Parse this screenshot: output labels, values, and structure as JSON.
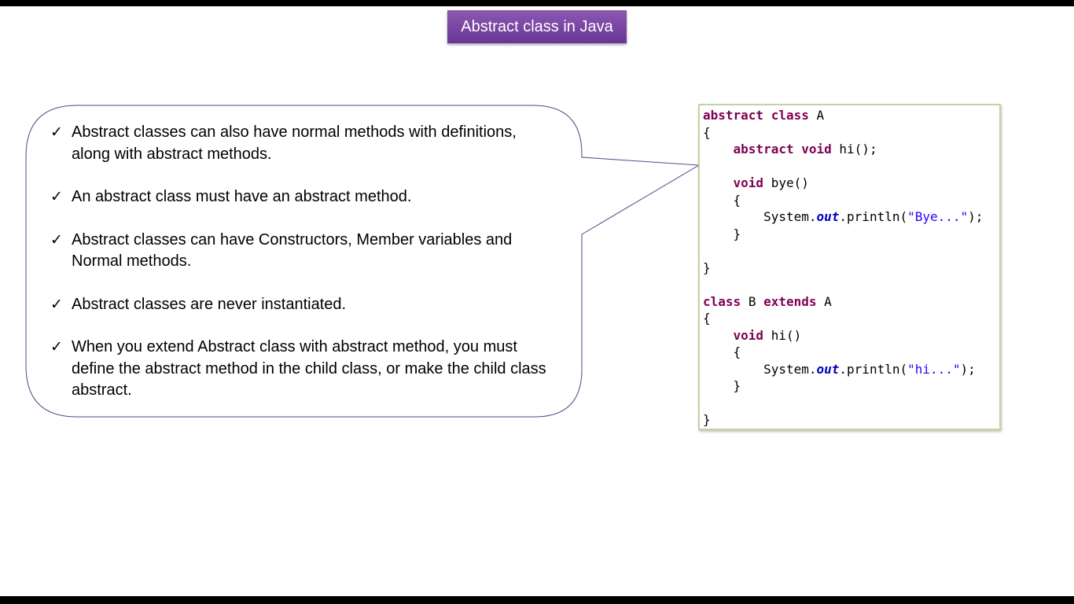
{
  "slide": {
    "title": "Abstract class in Java"
  },
  "bullets": [
    "Abstract classes can also have normal methods with definitions, along with abstract methods.",
    "An abstract class must have an abstract method.",
    "Abstract classes can have Constructors, Member variables and Normal methods.",
    "Abstract classes are never instantiated.",
    "When you extend Abstract class with abstract method, you must define the abstract method in the child class, or make the child class abstract."
  ],
  "check_glyph": "✓",
  "code": {
    "kw_abstract": "abstract",
    "kw_class": "class",
    "class_a": "A",
    "brace_open": "{",
    "brace_close": "}",
    "kw_void": "void",
    "method_hi_decl": "hi();",
    "method_bye": "bye()",
    "system": "System.",
    "out": "out",
    "println": ".println(",
    "str_bye": "\"Bye...\"",
    "stmt_end": ");",
    "class_b": "B",
    "kw_extends": "extends",
    "method_hi": "hi()",
    "str_hi": "\"hi...\""
  },
  "colors": {
    "title_bg": "#7a48a6",
    "keyword": "#7f0055",
    "field": "#0000c0",
    "string": "#2a00ff",
    "code_border": "#c5d19f",
    "callout_border": "#4a4a8a"
  }
}
